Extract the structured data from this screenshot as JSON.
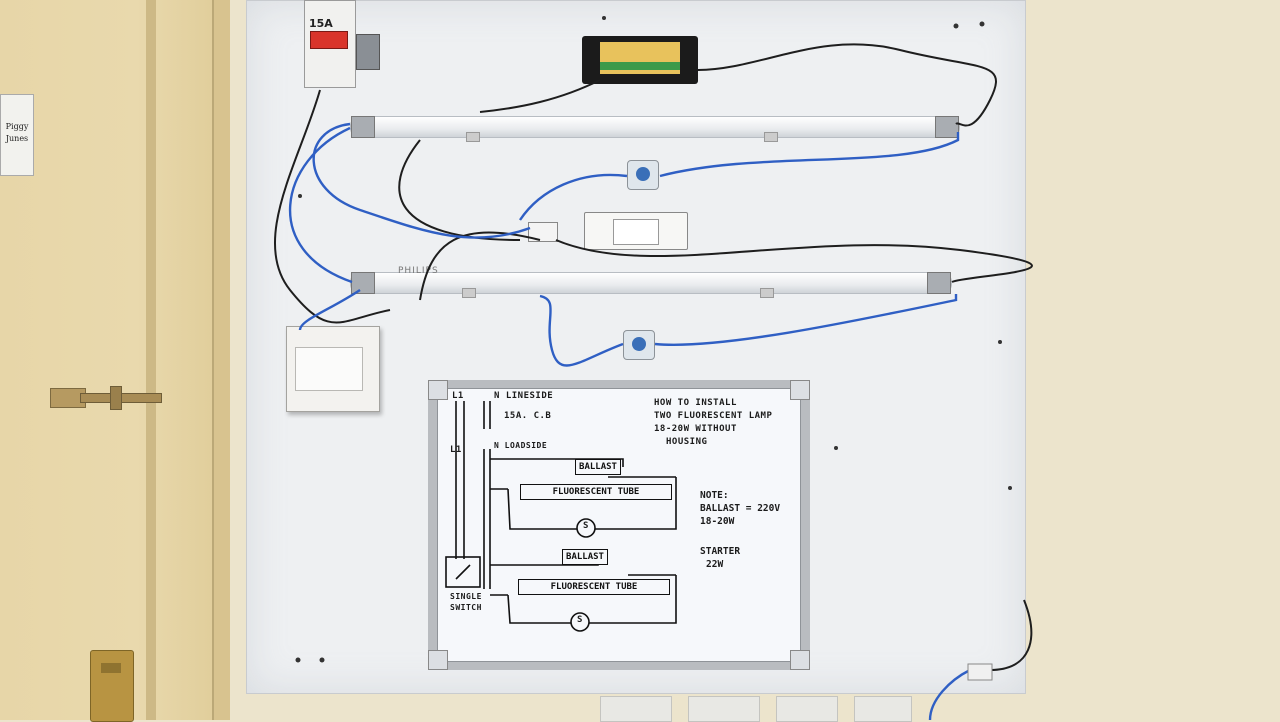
{
  "door": {
    "sign_text": "Piggy Junes"
  },
  "breaker": {
    "rating": "15A"
  },
  "tube": {
    "brand": "PHILIPS"
  },
  "whiteboard": {
    "title_lines": [
      "HOW TO INSTALL",
      "TWO FLUORESCENT LAMP",
      "18-20W  WITHOUT",
      "HOUSING"
    ],
    "lineside": "N LINESIDE",
    "breaker_label": "15A. C.B",
    "loadside": "N LOADSIDE",
    "l1_top": "L1",
    "l1_mid": "L1",
    "ballast_1": "BALLAST",
    "tube_1": "FLUORESCENT TUBE",
    "starter_1": "S",
    "ballast_2": "BALLAST",
    "tube_2": "FLUORESCENT TUBE",
    "starter_2": "S",
    "switch_label_1": "SINGLE",
    "switch_label_2": "SWITCH",
    "note_lines": [
      "NOTE:",
      "BALLAST = 220V",
      "18-20W"
    ],
    "starter_note_lines": [
      "STARTER",
      "22W"
    ]
  },
  "colors": {
    "board": "#eef0f2",
    "wire_blue": "#2f5fc4",
    "wire_black": "#1e1e1e",
    "breaker_red": "#d9352b"
  }
}
